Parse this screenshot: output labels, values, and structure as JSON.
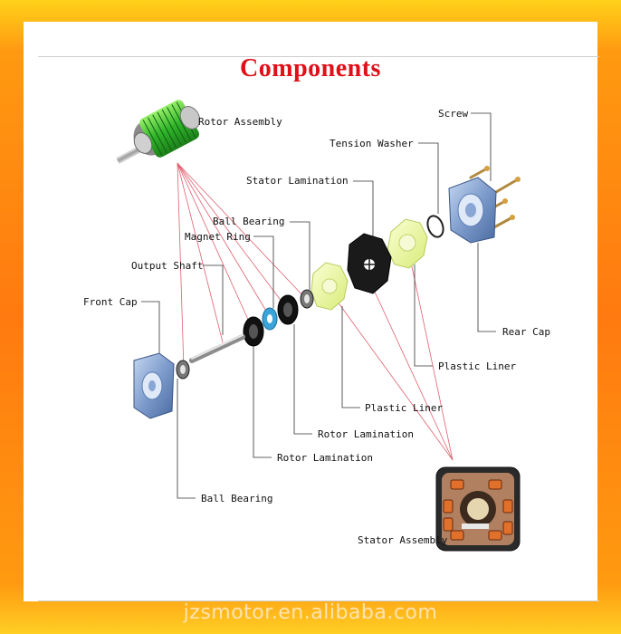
{
  "title": "Components",
  "labels": {
    "rotor_assembly": "Rotor Assembly",
    "screw": "Screw",
    "tension_washer": "Tension Washer",
    "stator_lamination": "Stator Lamination",
    "ball_bearing_top": "Ball Bearing",
    "magnet_ring": "Magnet Ring",
    "output_shaft": "Output Shaft",
    "front_cap": "Front Cap",
    "rear_cap": "Rear Cap",
    "plastic_liner_right": "Plastic Liner",
    "plastic_liner_mid": "Plastic Liner",
    "rotor_lamination_1": "Rotor Lamination",
    "rotor_lamination_2": "Rotor Lamination",
    "ball_bearing_bottom": "Ball Bearing",
    "stator_assembly": "Stator Assembly"
  },
  "watermark": "jzsmotor.en.alibaba.com",
  "colors": {
    "frame_orange": "#ff7a10",
    "title_red": "#e01018",
    "leader_red": "#e06070",
    "leader_gray": "#333333"
  },
  "icons": [
    "rotor-assembly-icon",
    "front-cap-icon",
    "rear-cap-icon",
    "stator-assembly-icon",
    "stator-lamination-icon",
    "plastic-liner-icon",
    "ball-bearing-icon",
    "magnet-ring-icon",
    "rotor-lamination-icon",
    "output-shaft-icon",
    "tension-washer-icon",
    "screw-icon"
  ]
}
